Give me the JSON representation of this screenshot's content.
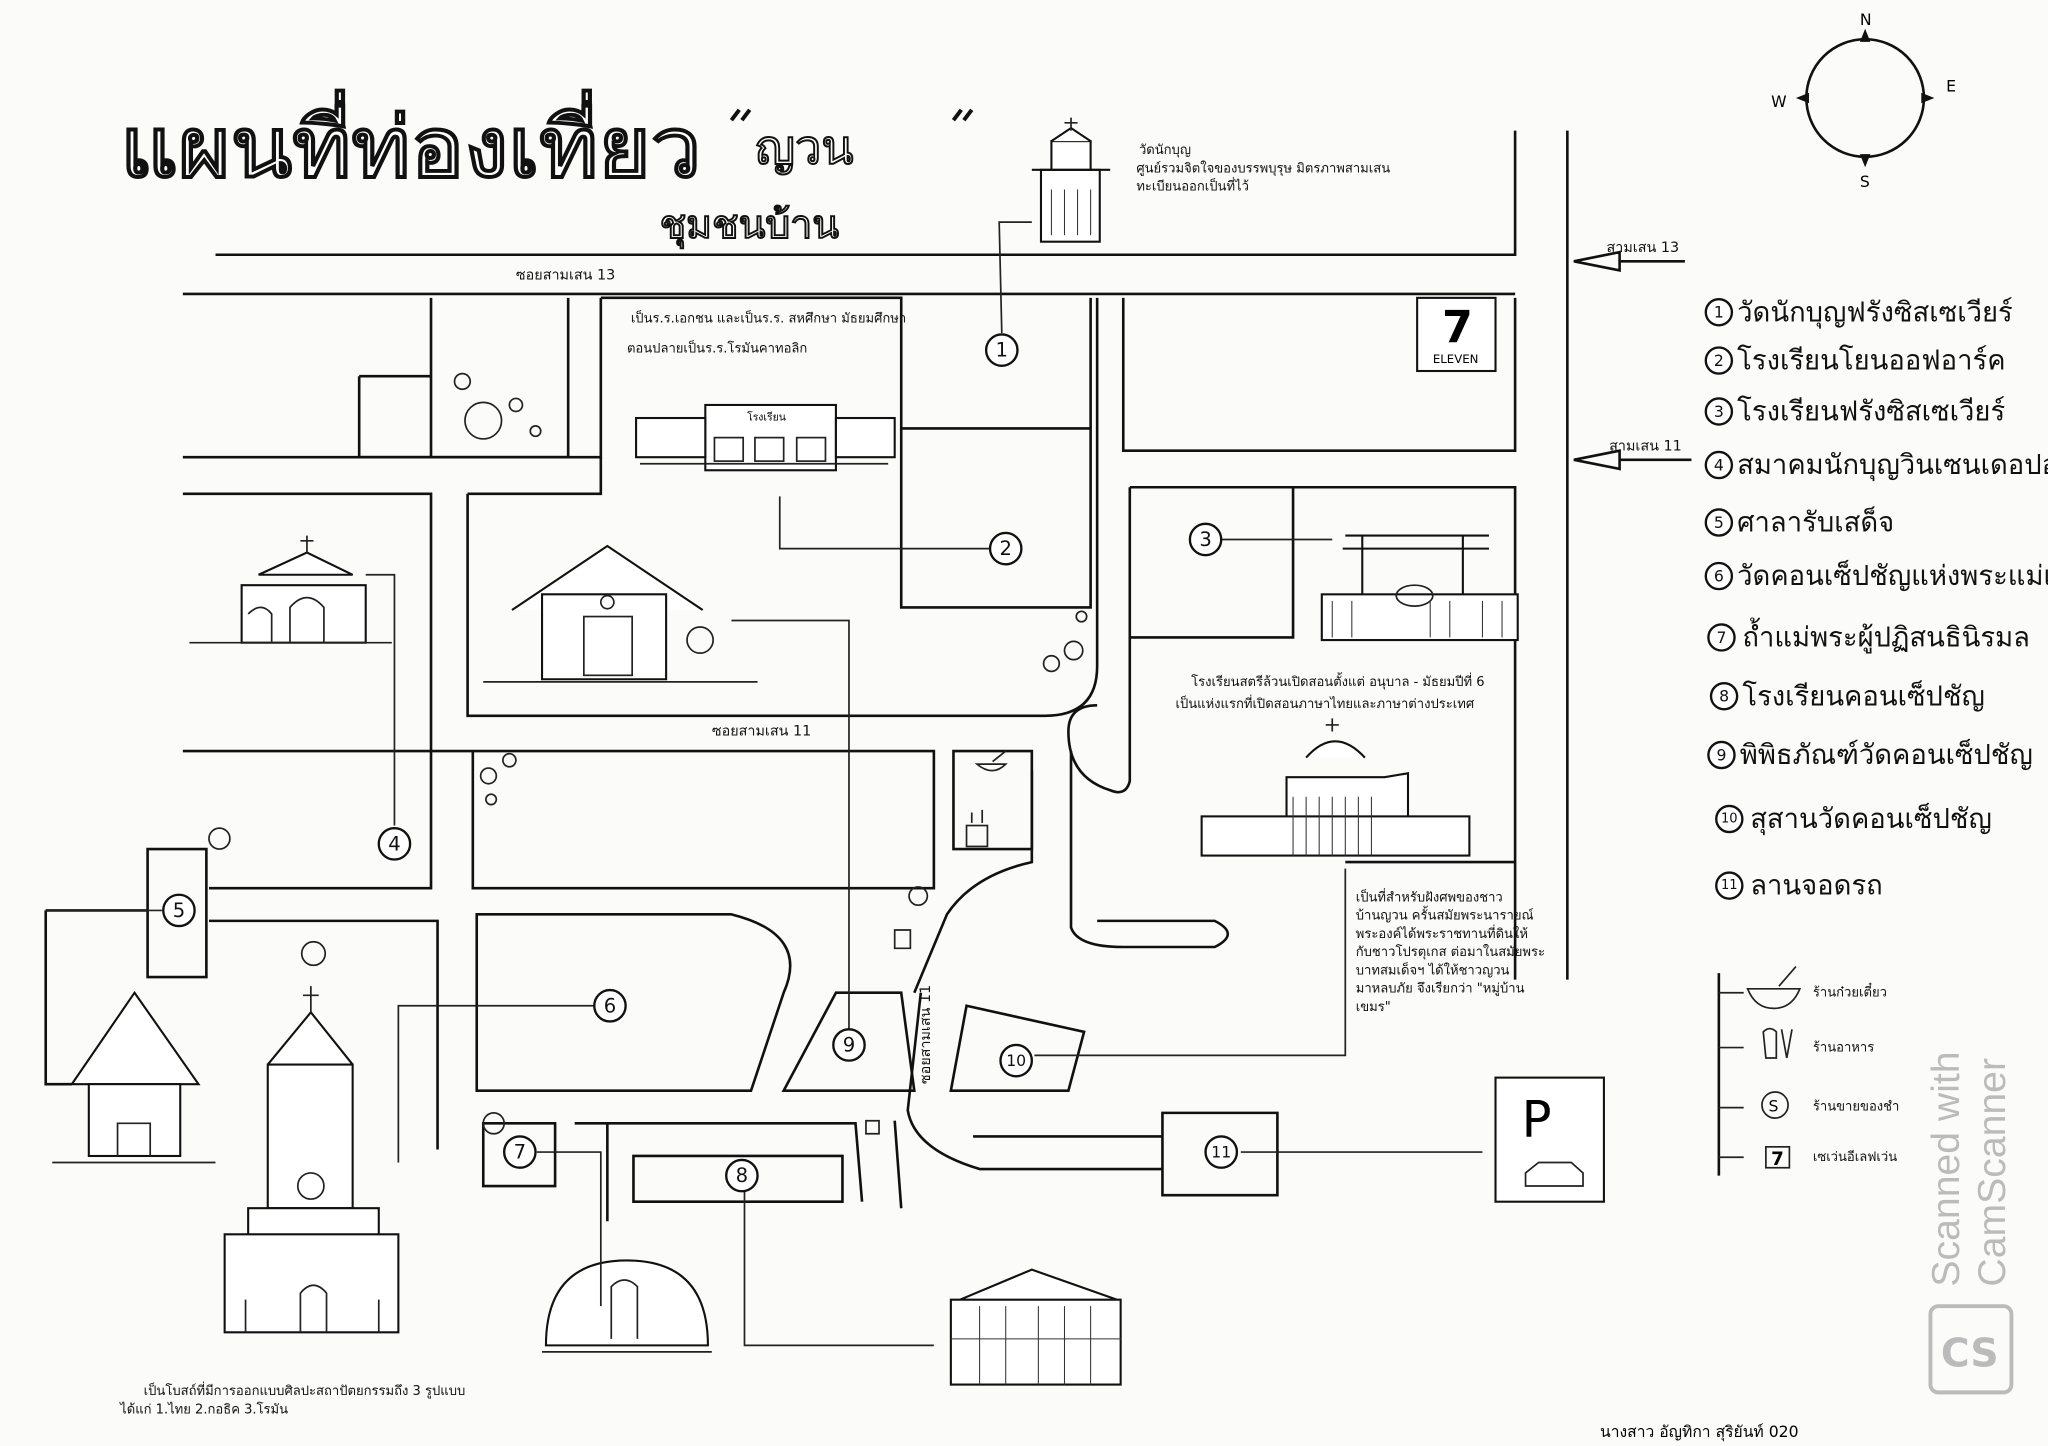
{
  "title": {
    "main": "แผนที่ท่องเที่ยว",
    "quoted": "ญวน",
    "subtitle": "ชุมชนบ้าน"
  },
  "compass": {
    "n": "N",
    "e": "E",
    "w": "W",
    "s": "S"
  },
  "roads": {
    "soi13": "ซอยสามเสน 13",
    "soi11": "ซอยสามเสน 11",
    "soi11_vertical": "ซอยสามเสน 11",
    "arrow13": "สามเสน 13",
    "arrow11": "สามเสน 11"
  },
  "places": [
    {
      "num": "1",
      "name": "วัดนักบุญฟรังซิสเซเวียร์"
    },
    {
      "num": "2",
      "name": "โรงเรียนโยนออฟอาร์ค"
    },
    {
      "num": "3",
      "name": "โรงเรียนฟรังซิสเซเวียร์"
    },
    {
      "num": "4",
      "name": "สมาคมนักบุญวินเซนเดอปอล"
    },
    {
      "num": "5",
      "name": "ศาลารับเสด็จ"
    },
    {
      "num": "6",
      "name": "วัดคอนเซ็ปชัญแห่งพระแม่เจ้า"
    },
    {
      "num": "7",
      "name": "ถ้ำแม่พระผู้ปฏิสนธินิรมล"
    },
    {
      "num": "8",
      "name": "โรงเรียนคอนเซ็ปชัญ"
    },
    {
      "num": "9",
      "name": "พิพิธภัณฑ์วัดคอนเซ็ปชัญ"
    },
    {
      "num": "10",
      "name": "สุสานวัดคอนเซ็ปชัญ"
    },
    {
      "num": "11",
      "name": "ลานจอดรถ"
    }
  ],
  "symbols": [
    {
      "icon": "noodle-bowl",
      "label": "ร้านก๋วยเตี๋ยว"
    },
    {
      "icon": "spoon-fork",
      "label": "ร้านอาหาร"
    },
    {
      "icon": "grocery-pin",
      "label": "ร้านขายของชำ"
    },
    {
      "icon": "seven-eleven",
      "label": "เซเว่นอีเลฟเว่น"
    }
  ],
  "notes": {
    "church1": [
      "วัดนักบุญ",
      "ศูนย์รวมจิตใจของบรรพบุรุษ มิตรภาพสามเสน",
      "ทะเบียนออกเป็นที่ไว้"
    ],
    "school2": [
      "เป็นร.ร.เอกชน และเป็นร.ร. สหศึกษา มัธยมศึกษา",
      "ตอนปลายเป็นร.ร.โรมันคาทอลิก"
    ],
    "school3": [
      "โรงเรียนสตรีล้วนเปิดสอนตั้งแต่ อนุบาล - มัธยมปีที่ 6",
      "เป็นแห่งแรกที่เปิดสอนภาษาไทยและภาษาต่างประเทศ"
    ],
    "cemetery": [
      "เป็นที่สำหรับฝังศพของชาว",
      "บ้านญวน ครั้นสมัยพระนารายณ์",
      "พระองค์ได้พระราชทานที่ดินให้",
      "กับชาวโปรตุเกส ต่อมาในสมัยพระ",
      "บาทสมเด็จฯ ได้ให้ชาวญวน",
      "มาหลบภัย จึงเรียกว่า \"หมู่บ้าน",
      "เขมร\""
    ],
    "church6": [
      "เป็นโบสถ์ที่มีการออกแบบศิลปะสถาปัตยกรรมถึง 3 รูปแบบ",
      "ได้แก่ 1.ไทย 2.กอธิค 3.โรมัน"
    ]
  },
  "labels": {
    "school_sign": "โรงเรียน",
    "seven_eleven": "ELEVEN",
    "seven": "7",
    "parking": "P",
    "grocery": "S"
  },
  "author": "นางสาว อัญทิกา สุริยันท์  020",
  "watermark": {
    "line1": "Scanned with",
    "line2": "CamScanner",
    "logo": "CS"
  }
}
